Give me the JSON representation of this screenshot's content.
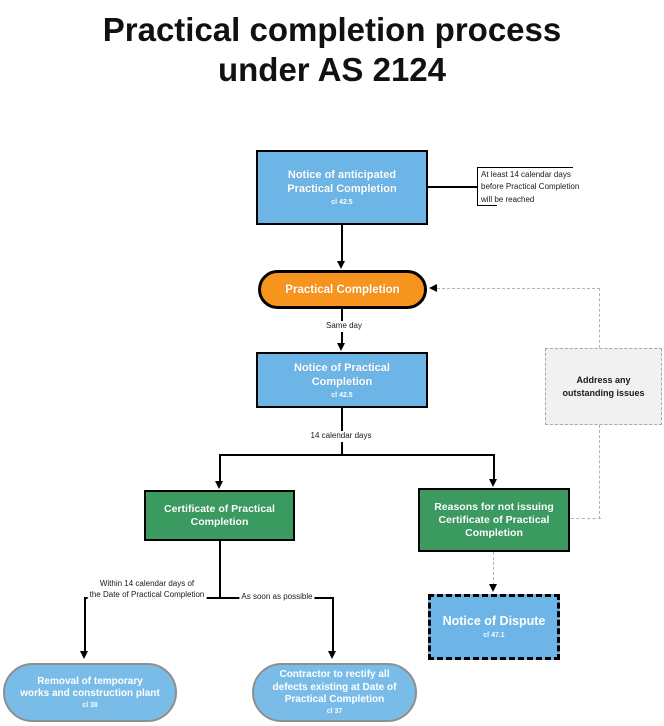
{
  "title": "Practical completion process\nunder AS 2124",
  "nodes": {
    "notice_anticipated": {
      "label": "Notice of anticipated\nPractical Completion",
      "clause": "cl 42.5"
    },
    "practical_completion": {
      "label": "Practical Completion"
    },
    "notice_pc": {
      "label": "Notice of Practical\nCompletion",
      "clause": "cl 42.5"
    },
    "certificate_pc": {
      "label": "Certificate of Practical\nCompletion"
    },
    "reasons_not_issuing": {
      "label": "Reasons for not issuing\nCertificate of Practical\nCompletion"
    },
    "address_issues": {
      "label": "Address any\noutstanding issues"
    },
    "notice_dispute": {
      "label": "Notice of Dispute",
      "clause": "cl 47.1"
    },
    "removal_works": {
      "label": "Removal of temporary\nworks and construction plant",
      "clause": "cl 38"
    },
    "contractor_rectify": {
      "label": "Contractor to rectify all\ndefects existing at Date of\nPractical Completion",
      "clause": "cl 37"
    }
  },
  "annotation": {
    "text": "At least 14 calendar days\nbefore Practical Completion\nwill be reached"
  },
  "edge_labels": {
    "same_day": "Same day",
    "fourteen_days": "14 calendar days",
    "within_fourteen": "Within 14 calendar days of\nthe Date of Practical Completion",
    "asap": "As soon as possible"
  },
  "colors": {
    "node_blue": "#6DB5E6",
    "node_orange": "#F7941D",
    "node_green": "#3A9A5F",
    "note_gray_fill": "#F1F1F1",
    "dashed_connector": "#B3B3B3",
    "pill_border_gray": "#8F8F8F"
  }
}
